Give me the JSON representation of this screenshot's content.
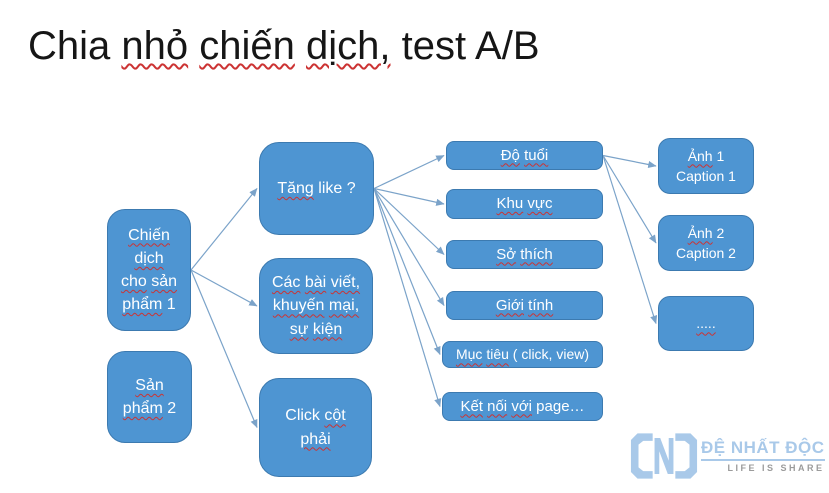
{
  "title": {
    "segments": [
      {
        "t": "Chia",
        "wavy": false
      },
      {
        "t": "nhỏ",
        "wavy": true
      },
      {
        "t": "chiến",
        "wavy": true
      },
      {
        "t": "dịch,",
        "wavy": true
      },
      {
        "t": "test",
        "wavy": false
      },
      {
        "t": "A/B",
        "wavy": false
      }
    ]
  },
  "diagram": {
    "nodes": [
      {
        "id": "campaign-product-1",
        "lines": [
          [
            {
              "t": "Chiến",
              "w": true
            }
          ],
          [
            {
              "t": "dịch",
              "w": true
            }
          ],
          [
            {
              "t": "cho",
              "w": true
            },
            {
              "t": "sản",
              "w": true
            }
          ],
          [
            {
              "t": "phẩm",
              "w": true
            },
            {
              "t": "1",
              "w": false
            }
          ]
        ]
      },
      {
        "id": "product-2",
        "lines": [
          [
            {
              "t": "Sản",
              "w": true
            }
          ],
          [
            {
              "t": "phẩm",
              "w": true
            },
            {
              "t": "2",
              "w": false
            }
          ]
        ]
      },
      {
        "id": "increase-like",
        "lines": [
          [
            {
              "t": "Tăng",
              "w": true
            },
            {
              "t": "like ?",
              "w": false
            }
          ]
        ]
      },
      {
        "id": "posts-promos-events",
        "lines": [
          [
            {
              "t": "Các",
              "w": true
            },
            {
              "t": "bài",
              "w": true
            },
            {
              "t": "viết,",
              "w": true
            }
          ],
          [
            {
              "t": "khuyến",
              "w": true
            },
            {
              "t": "mại,",
              "w": true
            }
          ],
          [
            {
              "t": "sự",
              "w": true
            },
            {
              "t": "kiện",
              "w": true
            }
          ]
        ]
      },
      {
        "id": "click-right-column",
        "lines": [
          [
            {
              "t": "Click",
              "w": false
            },
            {
              "t": "cột",
              "w": true
            }
          ],
          [
            {
              "t": "phải",
              "w": true
            }
          ]
        ]
      },
      {
        "id": "age",
        "lines": [
          [
            {
              "t": "Độ",
              "w": true
            },
            {
              "t": "tuổi",
              "w": true
            }
          ]
        ]
      },
      {
        "id": "region",
        "lines": [
          [
            {
              "t": "Khu",
              "w": true
            },
            {
              "t": "vực",
              "w": true
            }
          ]
        ]
      },
      {
        "id": "interests",
        "lines": [
          [
            {
              "t": "Sở",
              "w": true
            },
            {
              "t": "thích",
              "w": true
            }
          ]
        ]
      },
      {
        "id": "gender",
        "lines": [
          [
            {
              "t": "Giới",
              "w": true
            },
            {
              "t": "tính",
              "w": true
            }
          ]
        ]
      },
      {
        "id": "objective",
        "lines": [
          [
            {
              "t": "Mục",
              "w": true
            },
            {
              "t": "tiêu",
              "w": true
            },
            {
              "t": "( click, view)",
              "w": false
            }
          ]
        ]
      },
      {
        "id": "page-connection",
        "lines": [
          [
            {
              "t": "Kết",
              "w": true
            },
            {
              "t": "nối",
              "w": true
            },
            {
              "t": "với",
              "w": true
            },
            {
              "t": "page…",
              "w": false
            }
          ]
        ]
      },
      {
        "id": "photo-1",
        "lines": [
          [
            {
              "t": "Ảnh",
              "w": true
            },
            {
              "t": "1",
              "w": false
            }
          ],
          [
            {
              "t": "Caption 1",
              "w": false
            }
          ]
        ]
      },
      {
        "id": "photo-2",
        "lines": [
          [
            {
              "t": "Ảnh",
              "w": true
            },
            {
              "t": "2",
              "w": false
            }
          ],
          [
            {
              "t": "Caption 2",
              "w": false
            }
          ]
        ]
      },
      {
        "id": "more-dots",
        "lines": [
          [
            {
              "t": ".....",
              "w": true
            }
          ]
        ]
      }
    ],
    "edges": [
      {
        "from": "campaign-product-1",
        "to": "increase-like"
      },
      {
        "from": "campaign-product-1",
        "to": "posts-promos-events"
      },
      {
        "from": "campaign-product-1",
        "to": "click-right-column"
      },
      {
        "from": "increase-like",
        "to": "age"
      },
      {
        "from": "increase-like",
        "to": "region"
      },
      {
        "from": "increase-like",
        "to": "interests"
      },
      {
        "from": "increase-like",
        "to": "gender"
      },
      {
        "from": "increase-like",
        "to": "objective"
      },
      {
        "from": "increase-like",
        "to": "page-connection"
      },
      {
        "from": "age",
        "to": "photo-1"
      },
      {
        "from": "age",
        "to": "photo-2"
      },
      {
        "from": "age",
        "to": "more-dots"
      }
    ]
  },
  "logo": {
    "brand": "ĐỆ NHẤT ĐỘC",
    "tagline": "LIFE IS SHARE",
    "mark": "n-brackets-icon"
  },
  "colors": {
    "node_fill": "#4E95D2",
    "node_border": "#3C7AB0",
    "node_text": "#FFFFFF",
    "connector": "#7BA3C9",
    "squiggle": "#CC3333",
    "title_text": "#161616",
    "logo_blue": "#A9C9E9",
    "logo_gray": "#9B9B9B"
  }
}
